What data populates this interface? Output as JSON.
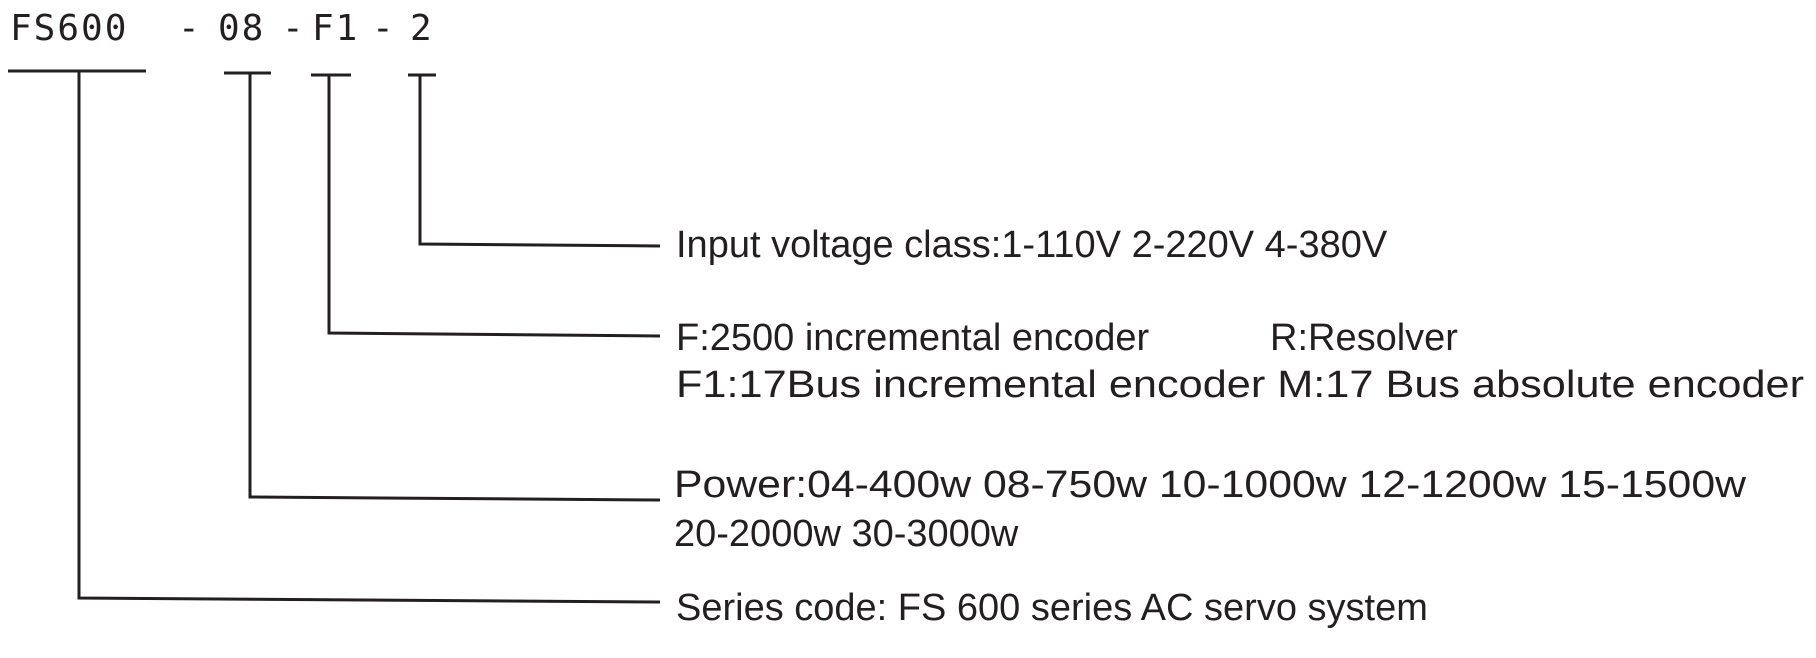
{
  "model_code": {
    "series": "FS600",
    "dash1": "-",
    "power": "08",
    "dash2": "-",
    "encoder": "F1",
    "dash3": "-",
    "voltage": "2"
  },
  "descriptions": {
    "voltage": "Input voltage class:1-110V 2-220V 4-380V",
    "encoder_line1_a": "F:2500 incremental encoder",
    "encoder_line1_b": "R:Resolver",
    "encoder_line2": "F1:17Bus incremental encoder  M:17 Bus absolute encoder",
    "power_line1": "Power:04-400w 08-750w 10-1000w 12-1200w 15-1500w",
    "power_line2": "20-2000w 30-3000w",
    "series": "Series code: FS 600 series AC servo system"
  }
}
